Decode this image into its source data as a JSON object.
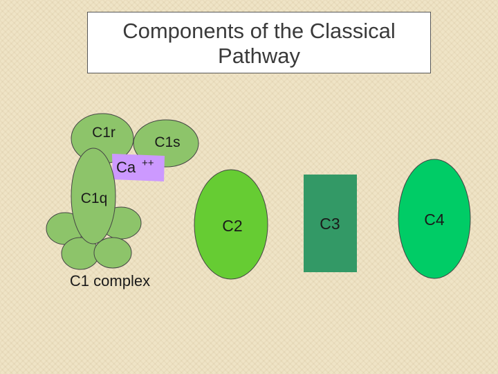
{
  "slide": {
    "title_line1": "Components of the Classical",
    "title_line2": "Pathway"
  },
  "c1_complex": {
    "c1r_label": "C1r",
    "c1s_label": "C1s",
    "ca_label": "Ca",
    "ca_superscript": "++",
    "c1q_label": "C1q",
    "caption": "C1 complex"
  },
  "components": {
    "c2_label": "C2",
    "c3_label": "C3",
    "c4_label": "C4"
  },
  "colors": {
    "c1_green": "#8dc46a",
    "c2_green": "#66cc33",
    "c3_green": "#339966",
    "c4_green": "#00cc66",
    "ca_purple": "#cc99ff",
    "outline": "#444444"
  }
}
